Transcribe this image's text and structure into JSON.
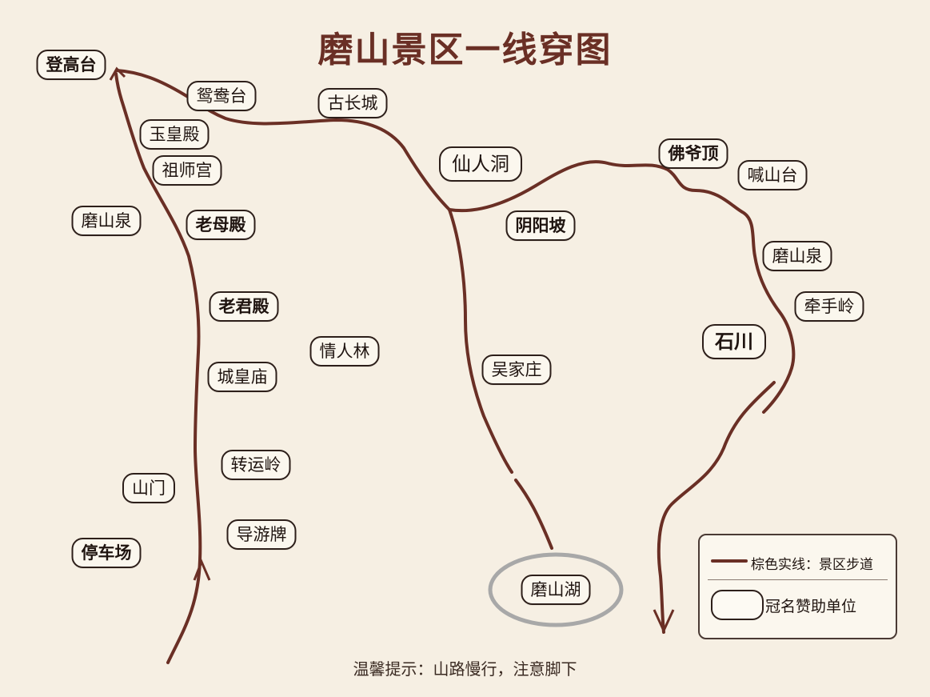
{
  "title": "磨山景区一线穿图",
  "colors": {
    "background": "#f6efe3",
    "trail": "#6a2f25",
    "label_border": "#2d1f1a",
    "highlight_ring": "#a8a8a8"
  },
  "places": {
    "denggao_tai": "登高台",
    "yuanyang_tai": "鸳鸯台",
    "gu_changcheng": "古长城",
    "yuhuang_dian": "玉皇殿",
    "zushi_gong": "祖师宫",
    "moshan_quan_left": "磨山泉",
    "laomu_dian": "老母殿",
    "xianren_dong": "仙人洞",
    "foye_ding": "佛爷顶",
    "hanshan_tai": "喊山台",
    "yinyang_po": "阴阳坡",
    "moshan_quan_right": "磨山泉",
    "qianshou_ling": "牵手岭",
    "laojun_dian": "老君殿",
    "qingren_lin": "情人林",
    "shichuan": "石川",
    "chenghuang_miao": "城皇庙",
    "wujia_zhuang": "吴家庄",
    "zhuanyun_ling": "转运岭",
    "shanmen": "山门",
    "tingche_chang": "停车场",
    "daoyou_pai": "导游牌",
    "moshan_hu": "磨山湖"
  },
  "legend": {
    "path_label": "棕色实线：景区步道",
    "sponsor_label": "冠名赞助单位"
  },
  "tip": "温馨提示：山路慢行，注意脚下"
}
